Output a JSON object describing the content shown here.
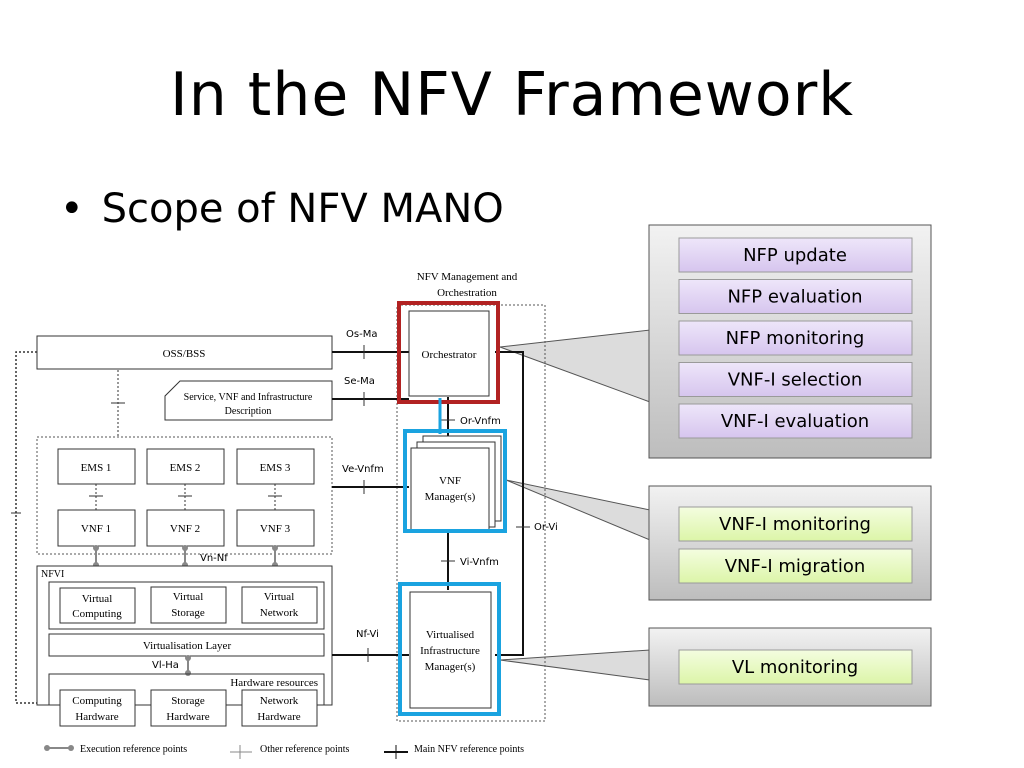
{
  "slide": {
    "title": "In the NFV Framework",
    "bullet": "Scope of NFV MANO",
    "bullet_marker": "•"
  },
  "diagram": {
    "mano_label_line1": "NFV Management and",
    "mano_label_line2": "Orchestration",
    "oss_bss": "OSS/BSS",
    "service_desc_line1": "Service, VNF and Infrastructure",
    "service_desc_line2": "Description",
    "orchestrator": "Orchestrator",
    "vnf_manager_line1": "VNF",
    "vnf_manager_line2": "Manager(s)",
    "vim_line1": "Virtualised",
    "vim_line2": "Infrastructure",
    "vim_line3": "Manager(s)",
    "ems": [
      "EMS 1",
      "EMS 2",
      "EMS 3"
    ],
    "vnf": [
      "VNF 1",
      "VNF 2",
      "VNF 3"
    ],
    "nfvi": "NFVI",
    "virtual_computing": [
      "Virtual",
      "Computing"
    ],
    "virtual_storage": [
      "Virtual",
      "Storage"
    ],
    "virtual_network": [
      "Virtual",
      "Network"
    ],
    "virtualisation_layer": "Virtualisation Layer",
    "hardware_resources": "Hardware  resources",
    "computing_hw": [
      "Computing",
      "Hardware"
    ],
    "storage_hw": [
      "Storage",
      "Hardware"
    ],
    "network_hw": [
      "Network",
      "Hardware"
    ],
    "ref_points": {
      "os_ma": "Os-Ma",
      "se_ma": "Se-Ma",
      "or_vnfm": "Or-Vnfm",
      "ve_vnfm": "Ve-Vnfm",
      "or_vi": "Or-Vi",
      "vi_vnfm": "Vi-Vnfm",
      "vn_nf": "Vn-Nf",
      "nf_vi": "Nf-Vi",
      "vl_ha": "Vl-Ha"
    },
    "legend": {
      "execution": "Execution  reference  points",
      "other": "Other reference  points",
      "main": "Main  NFV reference  points"
    }
  },
  "callouts": {
    "orchestrator_items": [
      "NFP update",
      "NFP evaluation",
      "NFP monitoring",
      "VNF-I selection",
      "VNF-I evaluation"
    ],
    "vnfm_items": [
      "VNF-I monitoring",
      "VNF-I migration"
    ],
    "vim_items": [
      "VL monitoring"
    ]
  },
  "colors": {
    "orchestrator_highlight": "#b22222",
    "manager_highlight": "#1aa3e0",
    "purple_item": "#e3d7f4",
    "green_item": "#eaf9c8",
    "callout_panel": "#d6d6d6"
  }
}
